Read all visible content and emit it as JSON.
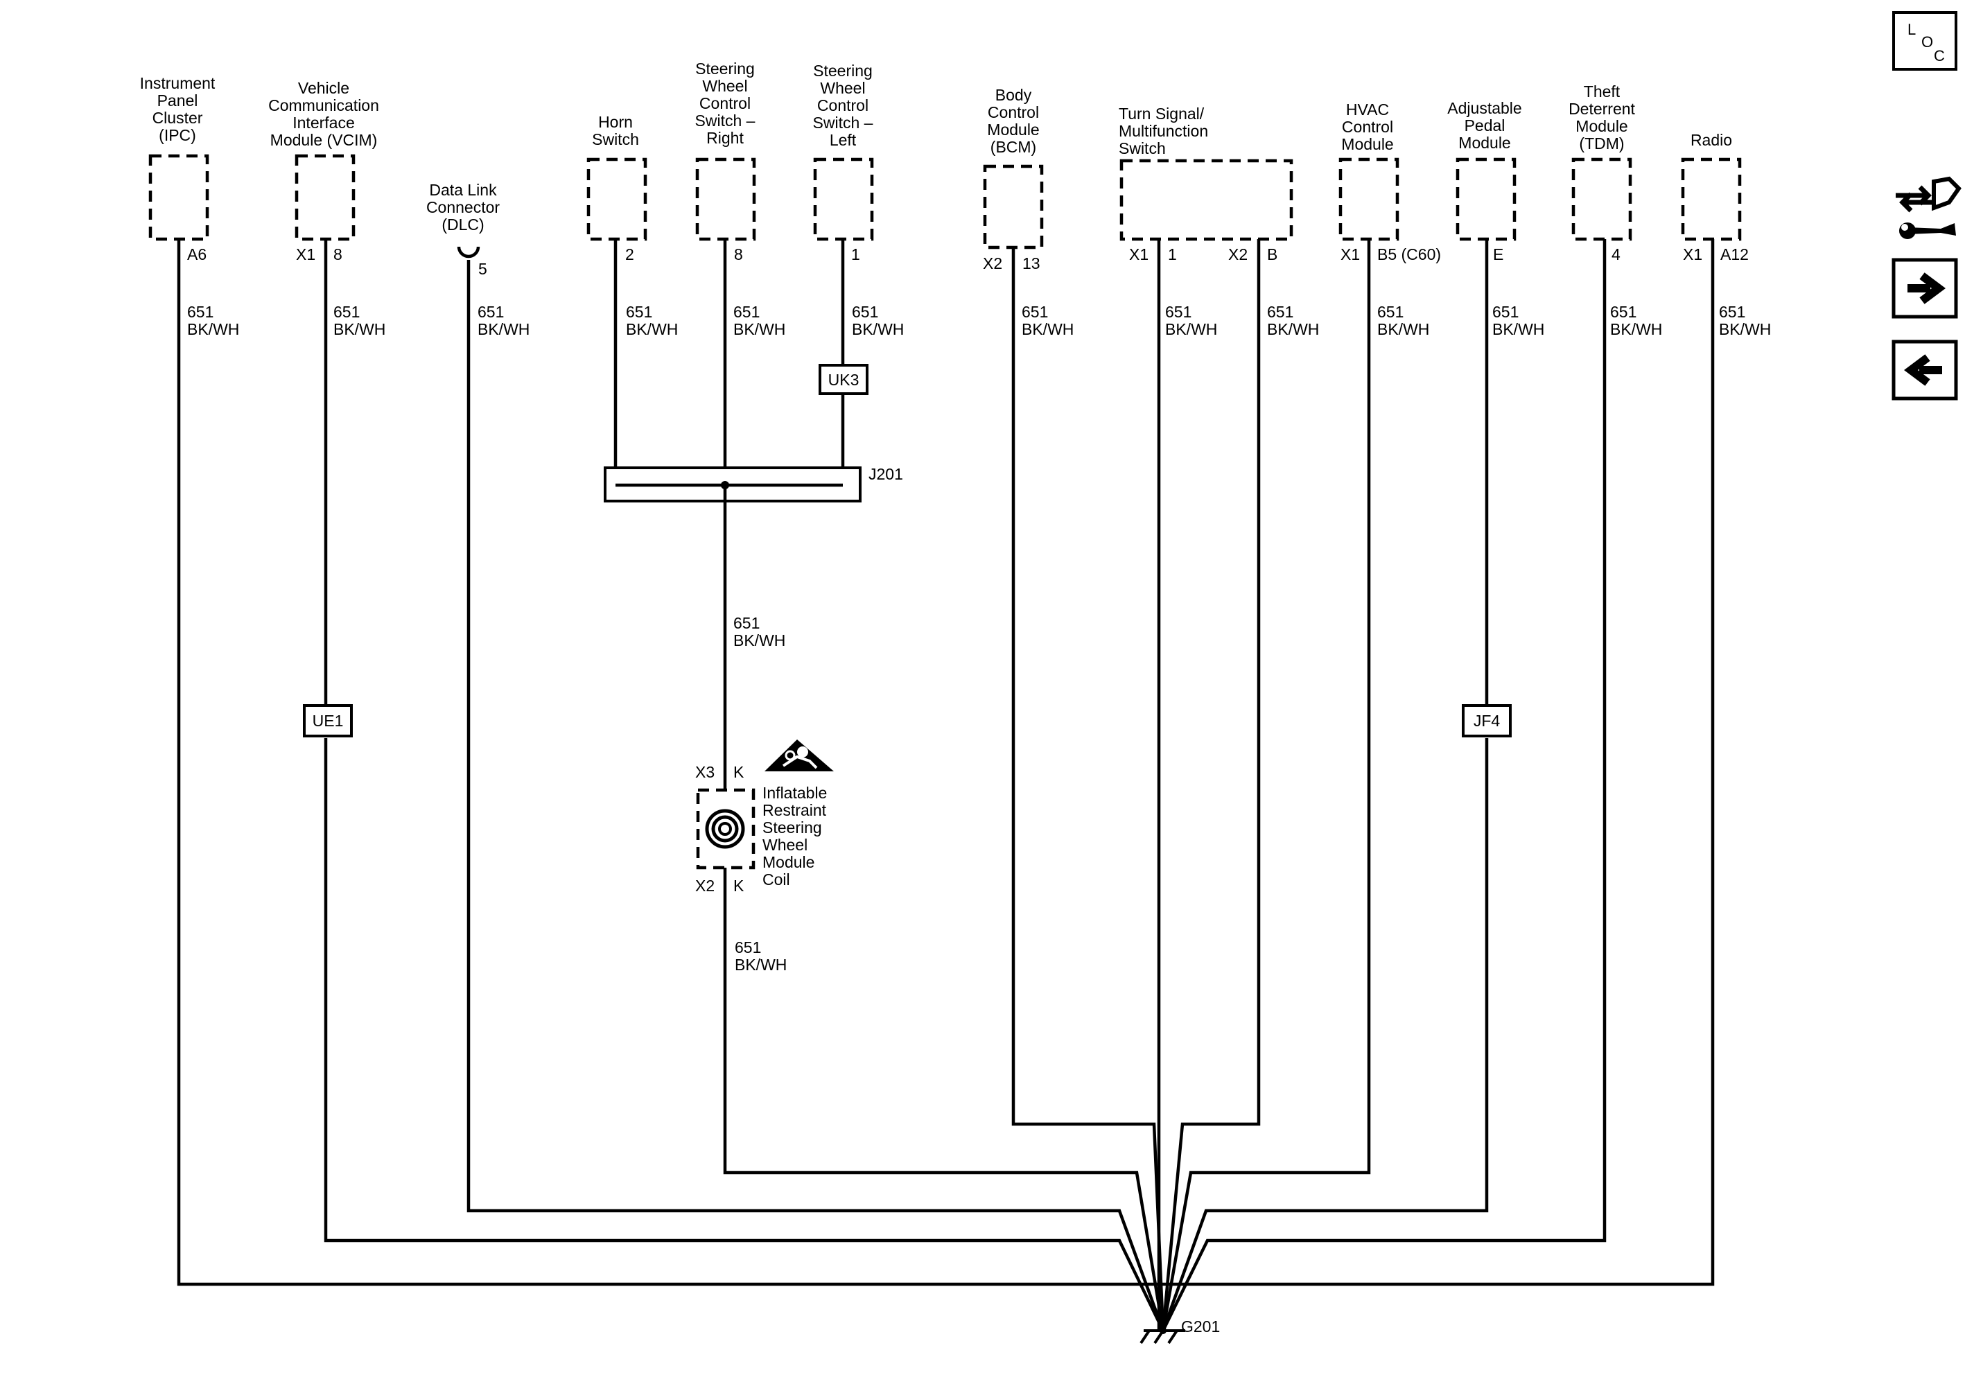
{
  "components": {
    "ipc": {
      "name": [
        "Instrument",
        "Panel",
        "Cluster",
        "(IPC)"
      ],
      "pin": "A6"
    },
    "vcim": {
      "name": [
        "Vehicle",
        "Communication",
        "Interface",
        "Module (VCIM)"
      ],
      "connector": "X1",
      "pin": "8"
    },
    "dlc": {
      "name": [
        "Data Link",
        "Connector",
        "(DLC)"
      ],
      "pin": "5"
    },
    "horn": {
      "name": [
        "Horn",
        "Switch"
      ],
      "pin": "2"
    },
    "swc_right": {
      "name": [
        "Steering",
        "Wheel",
        "Control",
        "Switch –",
        "Right"
      ],
      "pin": "8"
    },
    "swc_left": {
      "name": [
        "Steering",
        "Wheel",
        "Control",
        "Switch –",
        "Left"
      ],
      "pin": "1"
    },
    "bcm": {
      "name": [
        "Body",
        "Control",
        "Module",
        "(BCM)"
      ],
      "connector": "X2",
      "pin": "13"
    },
    "turn": {
      "name": [
        "Turn Signal/",
        "Multifunction",
        "Switch"
      ],
      "connector1": "X1",
      "pin1": "1",
      "connector2": "X2",
      "pin2": "B"
    },
    "hvac": {
      "name": [
        "HVAC",
        "Control",
        "Module"
      ],
      "connector": "X1",
      "pin": "B5 (C60)"
    },
    "pedal": {
      "name": [
        "Adjustable",
        "Pedal",
        "Module"
      ],
      "pin": "E"
    },
    "tdm": {
      "name": [
        "Theft",
        "Deterrent",
        "Module",
        "(TDM)"
      ],
      "pin": "4"
    },
    "radio": {
      "name": [
        "Radio"
      ],
      "connector": "X1",
      "pin": "A12"
    }
  },
  "wire": {
    "circuit": "651",
    "color": "BK/WH"
  },
  "labels": {
    "splice_j201": "J201",
    "ground": "G201",
    "option_uk3": "UK3",
    "option_ue1": "UE1",
    "option_jf4": "JF4"
  },
  "coil": {
    "name": [
      "Inflatable",
      "Restraint",
      "Steering",
      "Wheel",
      "Module",
      "Coil"
    ],
    "top_connector": "X3",
    "top_pin": "K",
    "bottom_connector": "X2",
    "bottom_pin": "K"
  },
  "nav": {
    "loc_l": "L",
    "loc_o": "O",
    "loc_c": "C"
  }
}
